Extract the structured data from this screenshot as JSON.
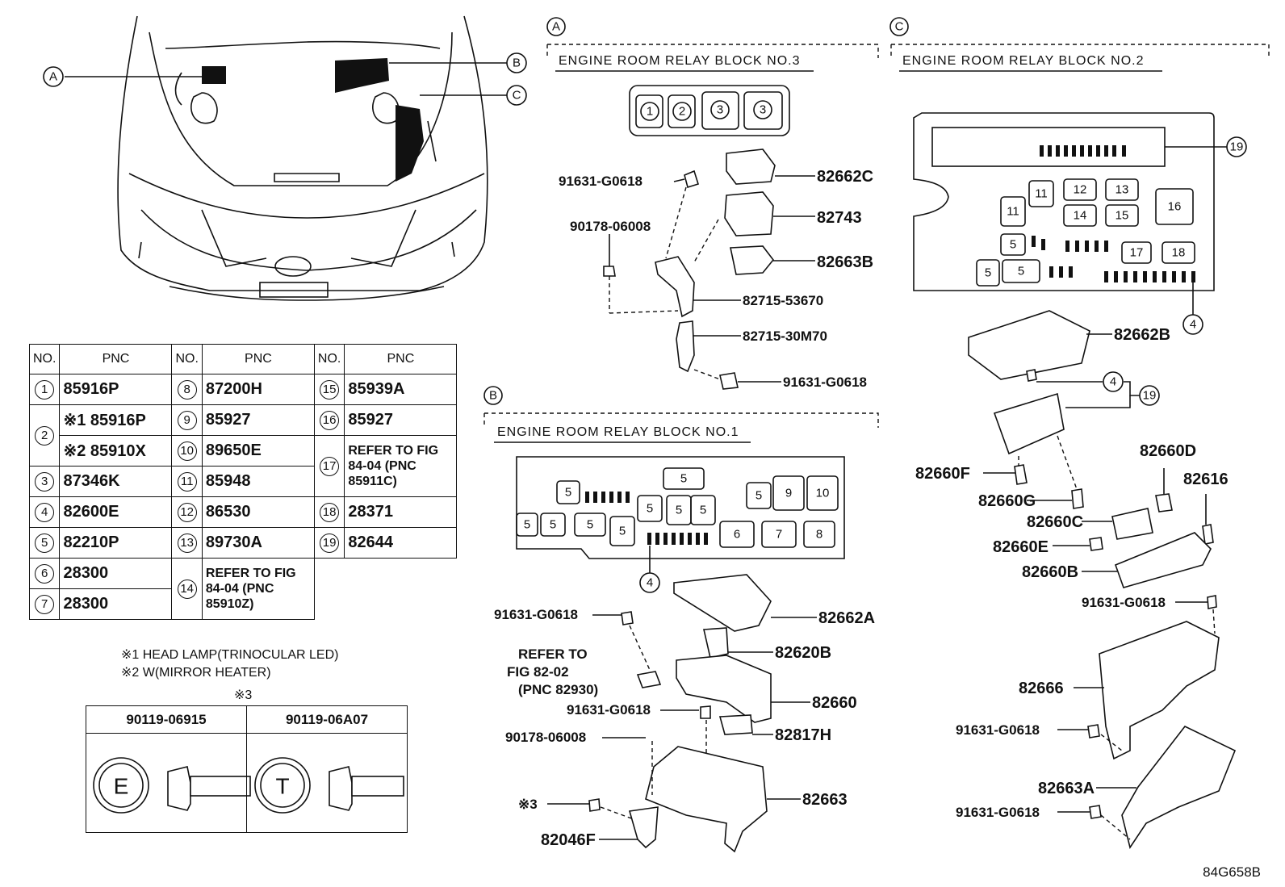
{
  "drawing_number": "84G658B",
  "section_markers": [
    "A",
    "B",
    "C"
  ],
  "callouts": {
    "a": "A",
    "b": "B",
    "c": "C"
  },
  "relay_blocks": {
    "no3": "ENGINE ROOM RELAY BLOCK  NO.3",
    "no1": "ENGINE ROOM RELAY BLOCK  NO.1",
    "no2": "ENGINE ROOM RELAY BLOCK  NO.2"
  },
  "parts_table": {
    "headers": [
      "NO.",
      "PNC",
      "NO.",
      "PNC",
      "NO.",
      "PNC"
    ],
    "col1": [
      {
        "no": "1",
        "pnc": "85916P"
      },
      {
        "no": "2",
        "pnc_a": "※1 85916P",
        "pnc_b": "※2 85910X"
      },
      {
        "no": "3",
        "pnc": "87346K"
      },
      {
        "no": "4",
        "pnc": "82600E"
      },
      {
        "no": "5",
        "pnc": "82210P"
      },
      {
        "no": "6",
        "pnc": "28300"
      },
      {
        "no": "7",
        "pnc": "28300"
      }
    ],
    "col2": [
      {
        "no": "8",
        "pnc": "87200H"
      },
      {
        "no": "9",
        "pnc": "85927"
      },
      {
        "no": "10",
        "pnc": "89650E"
      },
      {
        "no": "11",
        "pnc": "85948"
      },
      {
        "no": "12",
        "pnc": "86530"
      },
      {
        "no": "13",
        "pnc": "89730A"
      },
      {
        "no": "14",
        "pnc": "REFER TO FIG 84-04 (PNC 85910Z)"
      }
    ],
    "col3": [
      {
        "no": "15",
        "pnc": "85939A"
      },
      {
        "no": "16",
        "pnc": "85927"
      },
      {
        "no": "17",
        "pnc": "REFER TO FIG 84-04 (PNC 85911C)"
      },
      {
        "no": "18",
        "pnc": "28371"
      },
      {
        "no": "19",
        "pnc": "82644"
      }
    ]
  },
  "notes": {
    "n1": "※1 HEAD LAMP(TRINOCULAR LED)",
    "n2": "※2 W(MIRROR HEATER)",
    "n3": "※3"
  },
  "bolt_table": {
    "left_pn": "90119-06915",
    "right_pn": "90119-06A07",
    "left_mark": "E",
    "right_mark": "T"
  },
  "labels_a": {
    "p1": "82662C",
    "p2": "82743",
    "p3": "82663B",
    "p4": "82715-53670",
    "p5": "82715-30M70",
    "p6": "91631-G0618",
    "p7": "90178-06008",
    "p8": "91631-G0618"
  },
  "labels_b": {
    "p1": "82662A",
    "p2": "82620B",
    "p3": "82660",
    "p4": "82817H",
    "p5": "82663",
    "p6": "82046F",
    "p7": "91631-G0618",
    "p8": "91631-G0618",
    "p9": "90178-06008",
    "p10": "※3",
    "refer1": "REFER TO",
    "refer2": "FIG 82-02",
    "refer3": "(PNC 82930)"
  },
  "labels_c": {
    "p1": "82662B",
    "p2": "82660F",
    "p3": "82660G",
    "p4": "82660D",
    "p5": "82616",
    "p6": "82660C",
    "p7": "82660E",
    "p8": "82660B",
    "p9": "91631-G0618",
    "p10": "82666",
    "p11": "91631-G0618",
    "p12": "82663A",
    "p13": "91631-G0618"
  },
  "block_numbers": {
    "n1": "1",
    "n2": "2",
    "n3": "3",
    "n4": "4",
    "n5": "5",
    "n6": "6",
    "n7": "7",
    "n8": "8",
    "n9": "9",
    "n10": "10",
    "n11": "11",
    "n12": "12",
    "n13": "13",
    "n14": "14",
    "n15": "15",
    "n16": "16",
    "n17": "17",
    "n18": "18",
    "n19": "19"
  }
}
